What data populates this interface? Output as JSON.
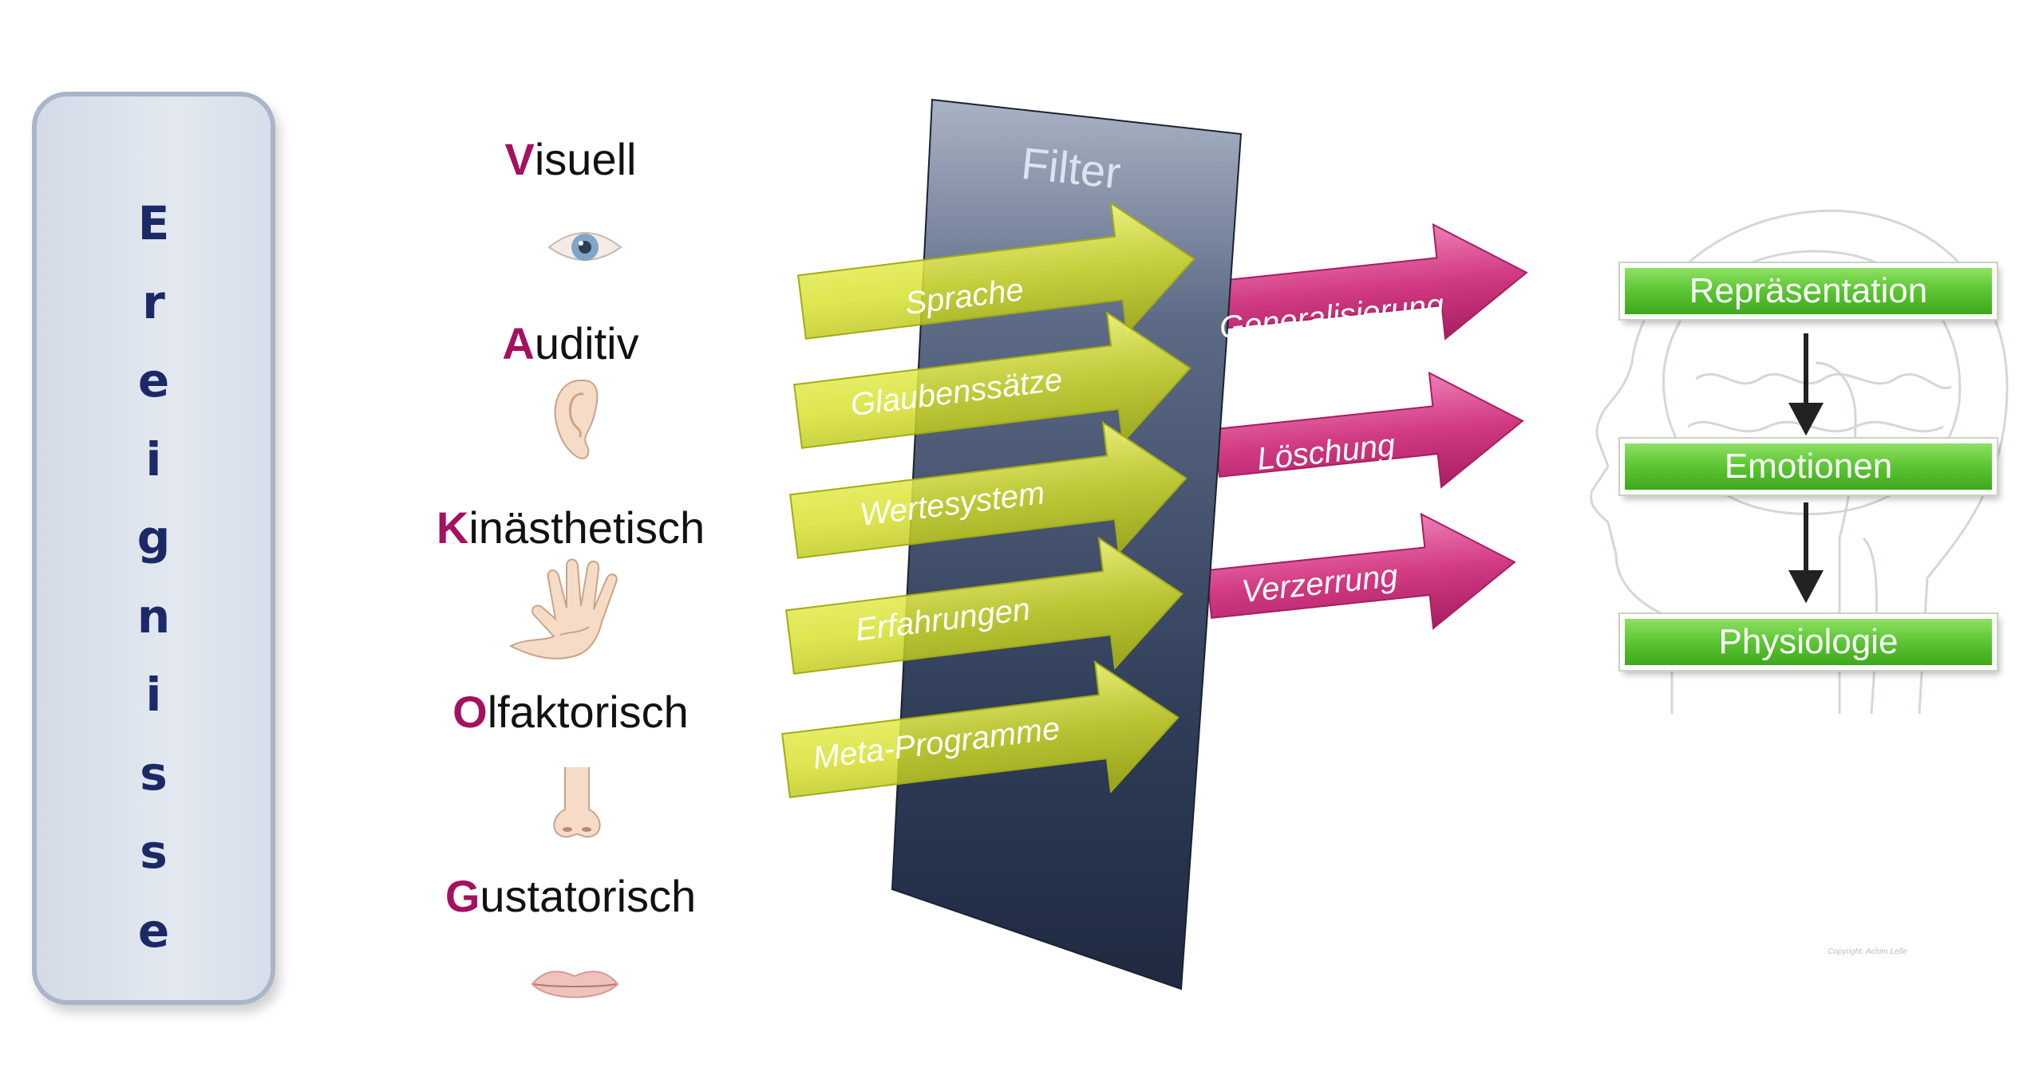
{
  "event_panel": {
    "letters": [
      "E",
      "r",
      "e",
      "i",
      "g",
      "n",
      "i",
      "s",
      "s",
      "e"
    ]
  },
  "senses": [
    {
      "initial": "V",
      "rest": "isuell",
      "icon": "eye-icon"
    },
    {
      "initial": "A",
      "rest": "uditiv",
      "icon": "ear-icon"
    },
    {
      "initial": "K",
      "rest": "inästhetisch",
      "icon": "hand-icon"
    },
    {
      "initial": "O",
      "rest": "lfaktorisch",
      "icon": "nose-icon"
    },
    {
      "initial": "G",
      "rest": "ustatorisch",
      "icon": "lips-icon"
    }
  ],
  "filter": {
    "title": "Filter",
    "inputs": [
      "Sprache",
      "Glaubenssätze",
      "Wertesystem",
      "Erfahrungen",
      "Meta-Programme"
    ],
    "outputs": [
      "Generalisierung",
      "Löschung",
      "Verzerrung"
    ]
  },
  "results": [
    "Repräsentation",
    "Emotionen",
    "Physiologie"
  ],
  "copyright": "Copyright: Achim Lelle",
  "colors": {
    "accent_initial": "#a5105f",
    "event_text": "#1b2a66",
    "input_arrow": "#d6e02a",
    "output_arrow": "#d13a82",
    "filter_panel": "#2b3a55",
    "result_box": "#5fc836"
  }
}
